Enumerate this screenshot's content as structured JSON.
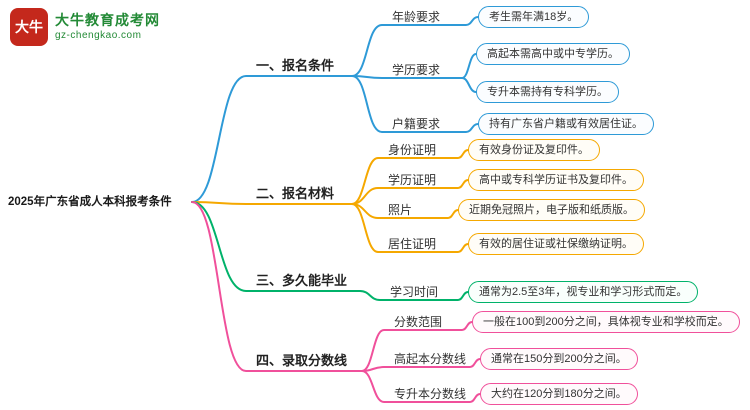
{
  "logo": {
    "icon_text": "大牛",
    "title": "大牛教育成考网",
    "subtitle": "gz-chengkao.com",
    "brand_green": "#238a36",
    "brand_red": "#c4281c"
  },
  "root": {
    "label": "2025年广东省成人本科报考条件"
  },
  "colors": {
    "branch1": "#2e9ad7",
    "branch2": "#f5a800",
    "branch3": "#00b26a",
    "branch4": "#f0509b"
  },
  "branches": [
    {
      "label": "一、报名条件",
      "color": "#2e9ad7",
      "children": [
        {
          "label": "年龄要求",
          "leaves": [
            "考生需年满18岁。"
          ]
        },
        {
          "label": "学历要求",
          "leaves": [
            "高起本需高中或中专学历。",
            "专升本需持有专科学历。"
          ]
        },
        {
          "label": "户籍要求",
          "leaves": [
            "持有广东省户籍或有效居住证。"
          ]
        }
      ]
    },
    {
      "label": "二、报名材料",
      "color": "#f5a800",
      "children": [
        {
          "label": "身份证明",
          "leaves": [
            "有效身份证及复印件。"
          ]
        },
        {
          "label": "学历证明",
          "leaves": [
            "高中或专科学历证书及复印件。"
          ]
        },
        {
          "label": "照片",
          "leaves": [
            "近期免冠照片，电子版和纸质版。"
          ]
        },
        {
          "label": "居住证明",
          "leaves": [
            "有效的居住证或社保缴纳证明。"
          ]
        }
      ]
    },
    {
      "label": "三、多久能毕业",
      "color": "#00b26a",
      "children": [
        {
          "label": "学习时间",
          "leaves": [
            "通常为2.5至3年，视专业和学习形式而定。"
          ]
        }
      ]
    },
    {
      "label": "四、录取分数线",
      "color": "#f0509b",
      "children": [
        {
          "label": "分数范围",
          "leaves": [
            "一般在100到200分之间，具体视专业和学校而定。"
          ]
        },
        {
          "label": "高起本分数线",
          "leaves": [
            "通常在150分到200分之间。"
          ]
        },
        {
          "label": "专升本分数线",
          "leaves": [
            "大约在120分到180分之间。"
          ]
        }
      ]
    }
  ]
}
